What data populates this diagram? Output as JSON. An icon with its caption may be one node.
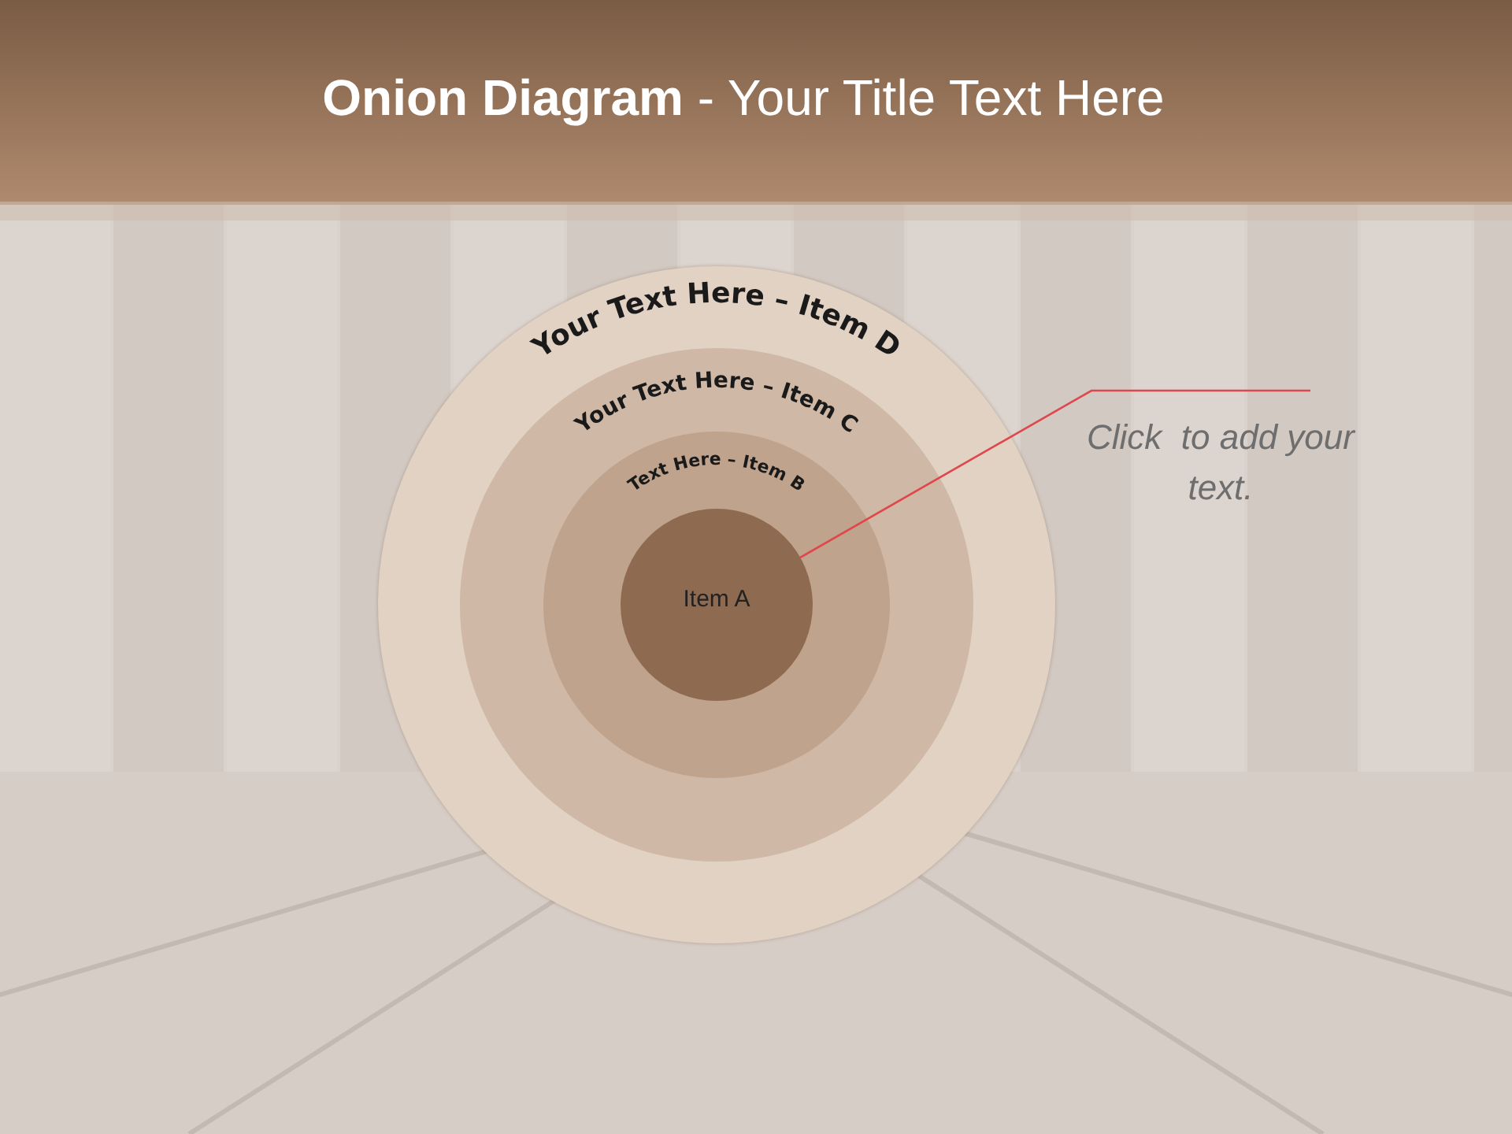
{
  "diagram": {
    "title": "**Onion Diagram** - Your Title Text Here",
    "nodes": [
      {
        "text": [
          "Your Text Here – Item D"
        ]
      },
      {
        "text": [
          "Your Text Here – Item C"
        ],
        "in": 0
      },
      {
        "text": [
          "Text Here – Item B"
        ],
        "in": 1
      },
      {
        "text": [
          "Item A"
        ],
        "in": 2
      },
      {
        "text": [
          "Click  to add your text."
        ]
      }
    ],
    "edges": [
      {
        "from": 4,
        "to": 3,
        "arrow": "none",
        "color": "#e0474c"
      }
    ]
  }
}
